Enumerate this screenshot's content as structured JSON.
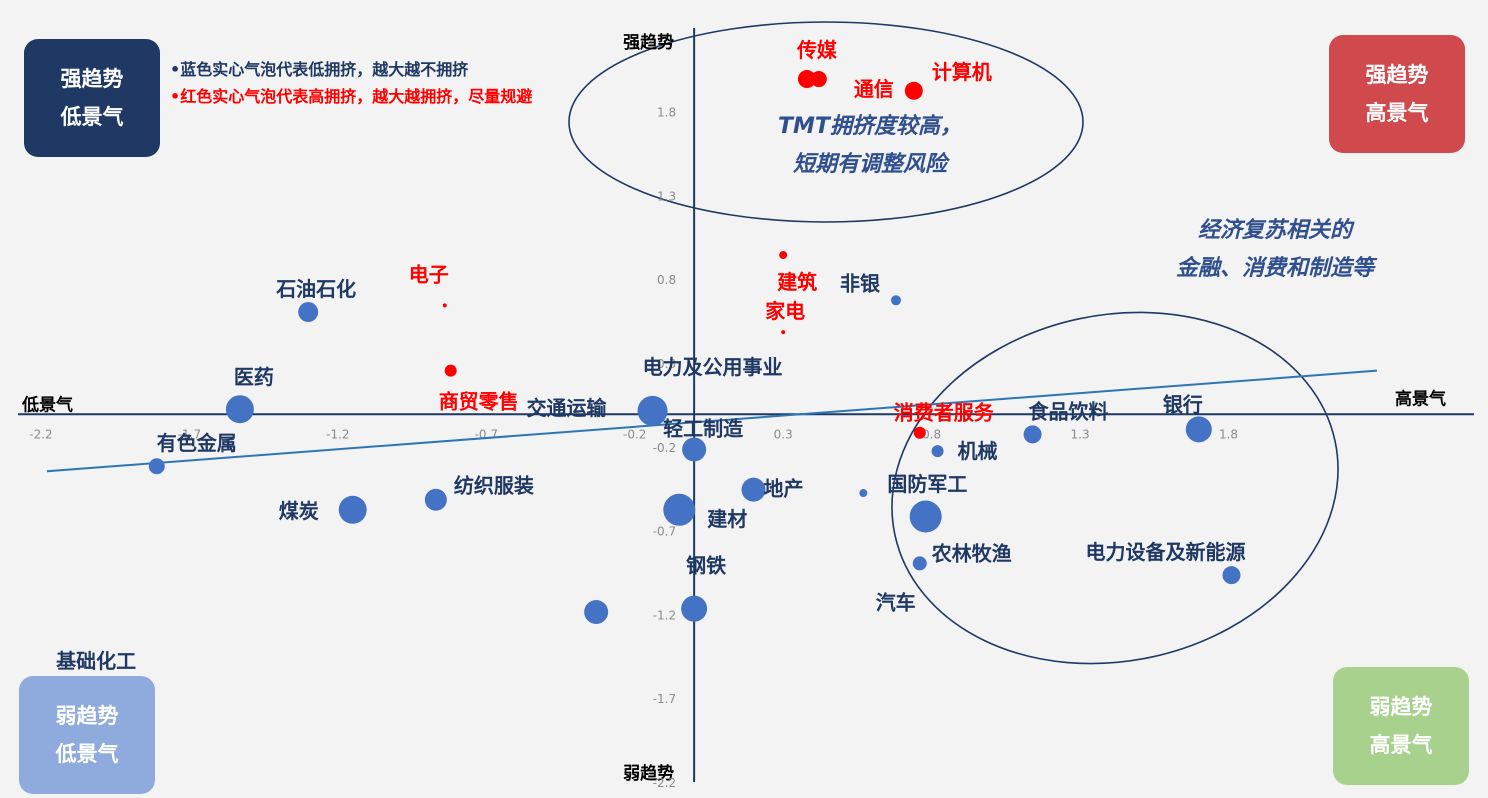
{
  "quadrants": {
    "top_left": {
      "line1": "强趋势",
      "line2": "低景气",
      "color": "#1f3864"
    },
    "top_right": {
      "line1": "强趋势",
      "line2": "高景气",
      "color": "#d04a4d"
    },
    "bottom_left": {
      "line1": "弱趋势",
      "line2": "低景气",
      "color": "#8faadc"
    },
    "bottom_right": {
      "line1": "弱趋势",
      "line2": "高景气",
      "color": "#a9d18e"
    }
  },
  "legend": {
    "blue": "•蓝色实心气泡代表低拥挤，越大越不拥挤",
    "red": "•红色实心气泡代表高拥挤，越大越拥挤，尽量规避"
  },
  "notes": {
    "tmt_line1": "TMT拥挤度较高，",
    "tmt_line2": "短期有调整风险",
    "recovery_line1": "经济复苏相关的",
    "recovery_line2": "金融、消费和制造等"
  },
  "chart_data": {
    "type": "scatter",
    "xlabel_left": "低景气",
    "xlabel_right": "高景气",
    "ylabel_top": "强趋势",
    "ylabel_bottom": "弱趋势",
    "xlim": [
      -2.2,
      2.6
    ],
    "ylim": [
      -2.2,
      2.4
    ],
    "x_ticks": [
      -2.2,
      -1.7,
      -1.2,
      -0.7,
      -0.2,
      0.3,
      0.8,
      1.3,
      1.8
    ],
    "y_ticks": [
      -2.2,
      -1.7,
      -1.2,
      -0.7,
      -0.2,
      0.3,
      0.8,
      1.3,
      1.8
    ],
    "colors": {
      "blue": "#4472c4",
      "red": "#ff0000",
      "axis": "#1f3864",
      "trend": "#2e75b6"
    },
    "trendline": {
      "x": [
        -2.18,
        2.3
      ],
      "y": [
        -0.34,
        0.26
      ]
    },
    "points": [
      {
        "name": "传媒",
        "x": 0.38,
        "y": 2.0,
        "size": 9,
        "color": "red"
      },
      {
        "name": "",
        "x": 0.42,
        "y": 2.0,
        "size": 8,
        "color": "red"
      },
      {
        "name": "计算机",
        "x": 0.74,
        "y": 1.93,
        "size": 9,
        "color": "red"
      },
      {
        "name": "通信",
        "x": 0.74,
        "y": 1.93,
        "size": 0,
        "color": "red"
      },
      {
        "name": "建筑",
        "x": 0.3,
        "y": 0.95,
        "size": 4,
        "color": "red"
      },
      {
        "name": "家电",
        "x": 0.3,
        "y": 0.49,
        "size": 2,
        "color": "red"
      },
      {
        "name": "电子",
        "x": -0.84,
        "y": 0.65,
        "size": 2,
        "color": "red"
      },
      {
        "name": "商贸零售",
        "x": -0.82,
        "y": 0.26,
        "size": 6,
        "color": "red"
      },
      {
        "name": "消费者服务",
        "x": 0.76,
        "y": -0.11,
        "size": 6,
        "color": "red"
      },
      {
        "name": "石油石化",
        "x": -1.3,
        "y": 0.61,
        "size": 10,
        "color": "blue"
      },
      {
        "name": "医药",
        "x": -1.53,
        "y": 0.03,
        "size": 14,
        "color": "blue"
      },
      {
        "name": "有色金属",
        "x": -1.81,
        "y": -0.31,
        "size": 8,
        "color": "blue"
      },
      {
        "name": "煤炭",
        "x": -1.15,
        "y": -0.57,
        "size": 14,
        "color": "blue"
      },
      {
        "name": "纺织服装",
        "x": -0.87,
        "y": -0.51,
        "size": 11,
        "color": "blue"
      },
      {
        "name": "交通运输",
        "x": -0.14,
        "y": 0.02,
        "size": 15,
        "color": "blue"
      },
      {
        "name": "电力及公用事业",
        "x": -0.14,
        "y": 0.02,
        "size": 0,
        "color": "blue"
      },
      {
        "name": "轻工制造",
        "x": 0.0,
        "y": -0.21,
        "size": 12,
        "color": "blue"
      },
      {
        "name": "建材",
        "x": -0.05,
        "y": -0.57,
        "size": 16,
        "color": "blue"
      },
      {
        "name": "地产",
        "x": 0.2,
        "y": -0.45,
        "size": 12,
        "color": "blue"
      },
      {
        "name": "钢铁",
        "x": 0.0,
        "y": -1.16,
        "size": 13,
        "color": "blue"
      },
      {
        "name": "基础化工",
        "x": -0.33,
        "y": -1.18,
        "size": 12,
        "color": "blue"
      },
      {
        "name": "非银",
        "x": 0.68,
        "y": 0.68,
        "size": 5,
        "color": "blue"
      },
      {
        "name": "机械",
        "x": 0.82,
        "y": -0.22,
        "size": 6,
        "color": "blue"
      },
      {
        "name": "国防军工",
        "x": 0.57,
        "y": -0.47,
        "size": 4,
        "color": "blue"
      },
      {
        "name": "汽车",
        "x": 0.78,
        "y": -0.61,
        "size": 16,
        "color": "blue"
      },
      {
        "name": "农林牧渔",
        "x": 0.76,
        "y": -0.89,
        "size": 7,
        "color": "blue"
      },
      {
        "name": "食品饮料",
        "x": 1.14,
        "y": -0.12,
        "size": 9,
        "color": "blue"
      },
      {
        "name": "银行",
        "x": 1.7,
        "y": -0.09,
        "size": 13,
        "color": "blue"
      },
      {
        "name": "电力设备及新能源",
        "x": 1.81,
        "y": -0.96,
        "size": 9,
        "color": "blue"
      }
    ]
  }
}
